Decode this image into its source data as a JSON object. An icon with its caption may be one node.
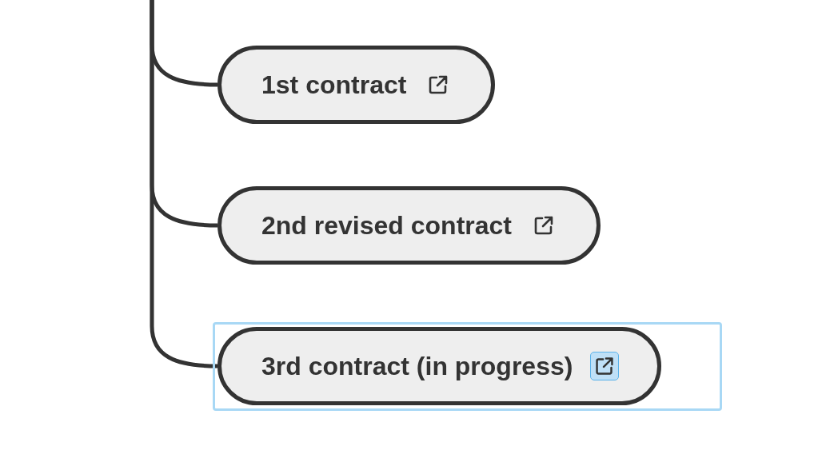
{
  "diagram": {
    "nodes": [
      {
        "text": [
          "1st contract"
        ]
      },
      {
        "text": [
          "2nd revised contract"
        ]
      },
      {
        "text": [
          "3rd contract (in progress)"
        ]
      }
    ],
    "edges": [
      {
        "from": null,
        "to": 0,
        "arrow": "none"
      },
      {
        "from": null,
        "to": 1,
        "arrow": "none"
      },
      {
        "from": null,
        "to": 2,
        "arrow": "none"
      }
    ]
  }
}
